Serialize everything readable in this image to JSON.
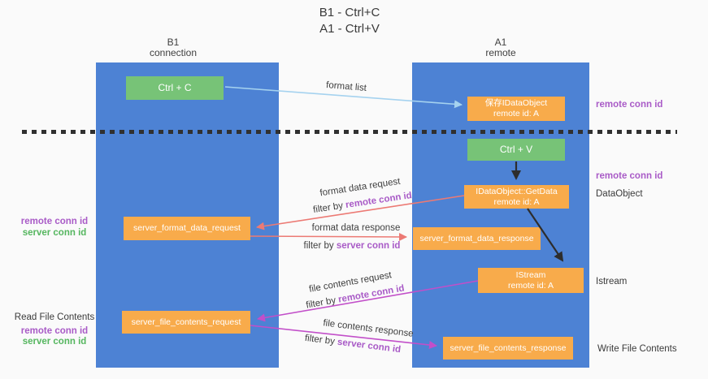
{
  "title": {
    "line1": "B1 - Ctrl+C",
    "line2": "A1 - Ctrl+V"
  },
  "lanes": {
    "left": {
      "header_line1": "B1",
      "header_line2": "connection"
    },
    "right": {
      "header_line1": "A1",
      "header_line2": "remote"
    }
  },
  "boxes": {
    "ctrl_c": "Ctrl + C",
    "save_idataobject_line1": "保存IDataObject",
    "save_idataobject_line2": "remote id: A",
    "ctrl_v": "Ctrl + V",
    "getdata_line1": "IDataObject::GetData",
    "getdata_line2": "remote id: A",
    "server_format_data_request": "server_format_data_request",
    "server_format_data_response": "server_format_data_response",
    "istream_line1": "IStream",
    "istream_line2": "remote id: A",
    "server_file_contents_request": "server_file_contents_request",
    "server_file_contents_response": "server_file_contents_response"
  },
  "flow_labels": {
    "format_list": "format list",
    "format_data_request": "format data request",
    "format_data_response": "format data response",
    "file_contents_request": "file contents request",
    "file_contents_response": "file contents response",
    "filter_by": "filter by ",
    "remote_conn_id": "remote conn id",
    "server_conn_id": "server conn id"
  },
  "side_labels": {
    "right_remote_conn_id_top": "remote conn id",
    "right_remote_conn_id_mid": "remote conn id",
    "dataobject": "DataObject",
    "istream": "Istream",
    "write_file_contents": "Write File Contents",
    "left_remote_conn_id_top": "remote conn id",
    "left_server_conn_id_top": "server conn id",
    "read_file_contents": "Read File Contents",
    "left_remote_conn_id_bottom": "remote conn id",
    "left_server_conn_id_bottom": "server conn id"
  },
  "colors": {
    "background": "#fafafa",
    "lane_blue": "#4d82d4",
    "box_green": "#77c377",
    "box_orange": "#f8ab4b",
    "arrow_light_blue": "#a5d2ef",
    "arrow_red": "#ec7a74",
    "arrow_magenta": "#c24fc9",
    "arrow_black": "#2d2d2d",
    "label_purple": "#a95bc7",
    "label_green": "#55b65f",
    "divider_dash": "#303030"
  }
}
